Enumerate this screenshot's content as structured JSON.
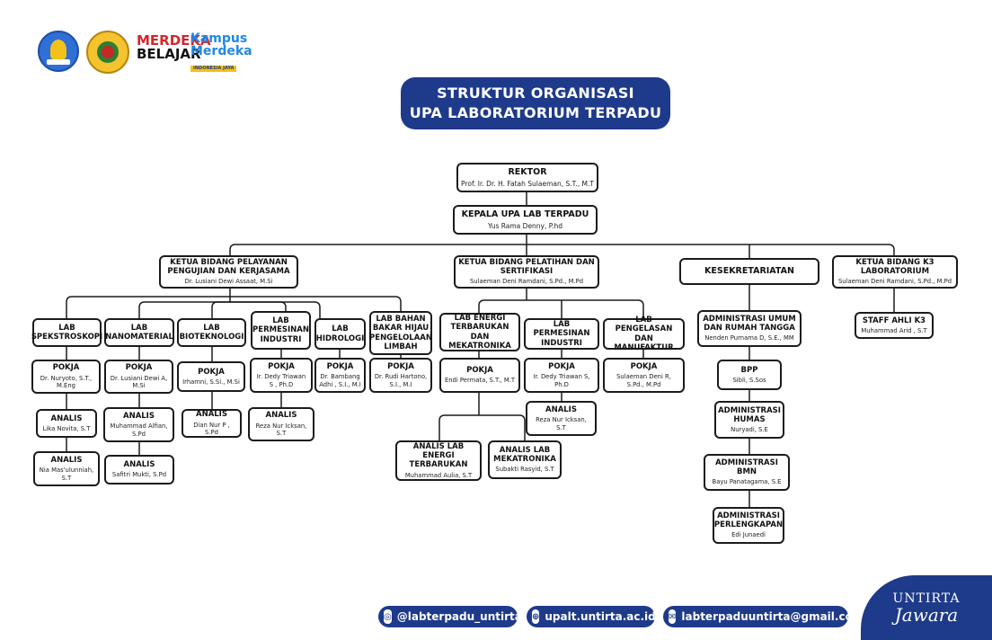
{
  "header": {
    "merdeka_line1": "MERDEKA",
    "merdeka_line2": "BELAJAR",
    "kampus_line1": "Kampus",
    "kampus_line2": "Merdeka",
    "kampus_tag": "INDONESIA JAYA"
  },
  "title": {
    "line1": "STRUKTUR ORGANISASI",
    "line2": "UPA LABORATORIUM TERPADU"
  },
  "nodes": {
    "rektor": {
      "t": "REKTOR",
      "n": "Prof. Ir. Dr. H. Fatah Sulaeman, S.T., M.T"
    },
    "kepala": {
      "t": "KEPALA UPA LAB TERPADU",
      "n": "Yus Rama Denny, P.hd"
    },
    "kb_pelayanan": {
      "t": "KETUA BIDANG PELAYANAN PENGUJIAN DAN KERJASAMA",
      "n": "Dr. Lusiani Dewi Assaat, M.Si"
    },
    "kb_pelatihan": {
      "t": "KETUA BIDANG PELATIHAN DAN SERTIFIKASI",
      "n": "Sulaeman Deni Ramdani, S.Pd., M.Pd"
    },
    "kesekretariatan": {
      "t": "KESEKRETARIATAN",
      "n": ""
    },
    "kb_k3": {
      "t": "KETUA BIDANG K3 LABORATORIUM",
      "n": "Sulaeman Deni Ramdani, S.Pd., M.Pd"
    },
    "lab_spek": {
      "t": "LAB SPEKSTROSKOPI",
      "n": ""
    },
    "lab_nano": {
      "t": "LAB NANOMATERIAL",
      "n": ""
    },
    "lab_biotek": {
      "t": "LAB BIOTEKNOLOGI",
      "n": ""
    },
    "lab_permesinan1": {
      "t": "LAB PERMESINAN INDUSTRI",
      "n": ""
    },
    "lab_hidro": {
      "t": "LAB HIDROLOGI",
      "n": ""
    },
    "lab_bbh": {
      "t": "LAB BAHAN BAKAR HIJAU PENGELOLAAN LIMBAH",
      "n": ""
    },
    "lab_energi": {
      "t": "LAB ENERGI TERBARUKAN DAN MEKATRONIKA",
      "n": ""
    },
    "lab_permesinan2": {
      "t": "LAB PERMESINAN INDUSTRI",
      "n": ""
    },
    "lab_pengelasan": {
      "t": "LAB PENGELASAN DAN MANUFAKTUR",
      "n": ""
    },
    "adm_umum": {
      "t": "ADMINISTRASI UMUM DAN RUMAH TANGGA",
      "n": "Nenden Purnama D, S.E., MM"
    },
    "staff_k3": {
      "t": "STAFF AHLI K3",
      "n": "Muhammad Arid , S.T"
    },
    "pokja_spek": {
      "t": "POKJA",
      "n": "Dr. Nuryoto, S.T., M.Eng"
    },
    "pokja_nano": {
      "t": "POKJA",
      "n": "Dr. Lusiani Dewi A, M.Si"
    },
    "pokja_biotek": {
      "t": "POKJA",
      "n": "Irhamni, S.Si., M.Si"
    },
    "pokja_perm1": {
      "t": "POKJA",
      "n": "Ir. Dedy Triawan S , Ph.D"
    },
    "pokja_hidro": {
      "t": "POKJA",
      "n": "Dr. Bambang Adhi , S.I., M.I"
    },
    "pokja_bbh": {
      "t": "POKJA",
      "n": "Dr. Rudi Hartono, S.I., M.I"
    },
    "pokja_energi": {
      "t": "POKJA",
      "n": "Endi Permata, S.T., M.T"
    },
    "pokja_perm2": {
      "t": "POKJA",
      "n": "Ir. Dedy Triawan S, Ph.D"
    },
    "pokja_pengelasan": {
      "t": "POKJA",
      "n": "Sulaeman Deni R, S.Pd., M.Pd"
    },
    "bpp": {
      "t": "BPP",
      "n": "Sibli, S.Sos"
    },
    "analis_spek1": {
      "t": "ANALIS",
      "n": "Lika Novita, S.T"
    },
    "analis_spek2": {
      "t": "ANALIS",
      "n": "Nia Mas'ulunniah, S.T"
    },
    "analis_nano1": {
      "t": "ANALIS",
      "n": "Muhammad Alfian, S.Pd"
    },
    "analis_nano2": {
      "t": "ANALIS",
      "n": "Safitri Mukti, S.Pd"
    },
    "analis_biotek": {
      "t": "ANALIS",
      "n": "Dian Nur P , S.Pd"
    },
    "analis_perm1": {
      "t": "ANALIS",
      "n": "Reza Nur Icksan, S.T"
    },
    "analis_perm2": {
      "t": "ANALIS",
      "n": "Reza Nur Icksan, S.T"
    },
    "analis_energi": {
      "t": "ANALIS LAB ENERGI TERBARUKAN",
      "n": "Muhammad Aulia, S.T"
    },
    "analis_mekatronika": {
      "t": "ANALIS LAB MEKATRONIKA",
      "n": "Subakti Rasyid, S.T"
    },
    "adm_humas": {
      "t": "ADMINISTRASI HUMAS",
      "n": "Nuryadi, S.E"
    },
    "adm_bmn": {
      "t": "ADMINISTRASI BMN",
      "n": "Bayu Panatagama, S.E"
    },
    "adm_perlengkapan": {
      "t": "ADMINISTRASI PERLENGKAPAN",
      "n": "Edi Junaedi"
    }
  },
  "footer": {
    "instagram": "@labterpadu_untirta",
    "website": "upalt.untirta.ac.id",
    "email": "labterpaduuntirta@gmail.com",
    "brand_line1": "UNTIRTA",
    "brand_line2": "Jawara"
  }
}
